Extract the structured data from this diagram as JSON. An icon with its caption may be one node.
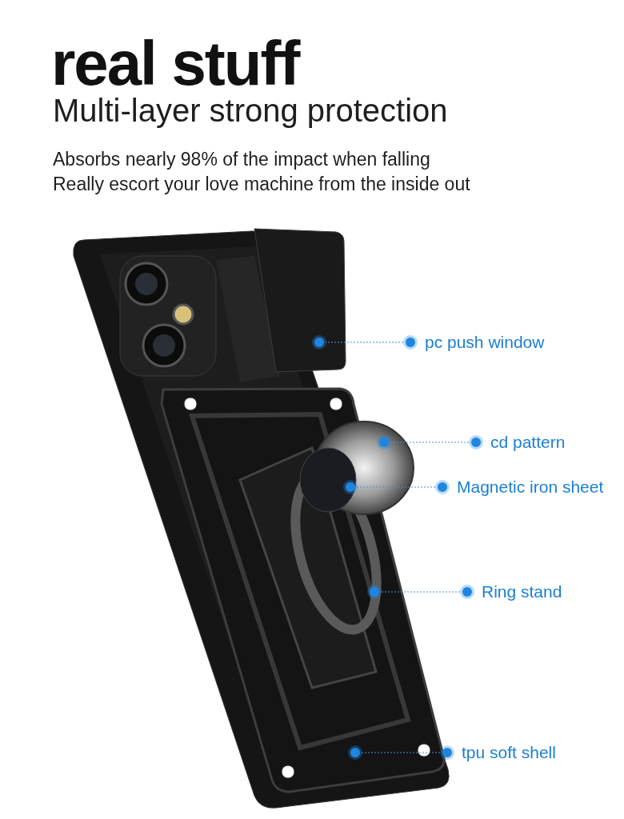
{
  "diagram": {
    "title": "real stuff",
    "nodes": [
      {
        "text": [
          "pc push window"
        ]
      },
      {
        "text": [],
        "shape": "circle"
      },
      {
        "text": [
          "cd pattern"
        ]
      },
      {
        "text": [],
        "shape": "circle"
      },
      {
        "text": [
          "Magnetic iron sheet"
        ]
      },
      {
        "text": [],
        "shape": "circle"
      },
      {
        "text": [
          "Ring stand"
        ]
      },
      {
        "text": [],
        "shape": "circle"
      },
      {
        "text": [
          "tpu soft shell"
        ]
      },
      {
        "text": [],
        "shape": "circle"
      }
    ],
    "edges": [
      {
        "from": 0,
        "to": 1,
        "arrow": "none"
      },
      {
        "from": 2,
        "to": 3,
        "arrow": "none"
      },
      {
        "from": 4,
        "to": 5,
        "arrow": "none"
      },
      {
        "from": 6,
        "to": 7,
        "arrow": "none"
      },
      {
        "from": 8,
        "to": 9,
        "arrow": "none"
      }
    ],
    "labels": [
      "Multi-layer strong protection",
      "Absorbs nearly 98% of the impact when falling",
      "Really escort your love machine from the inside out"
    ]
  }
}
